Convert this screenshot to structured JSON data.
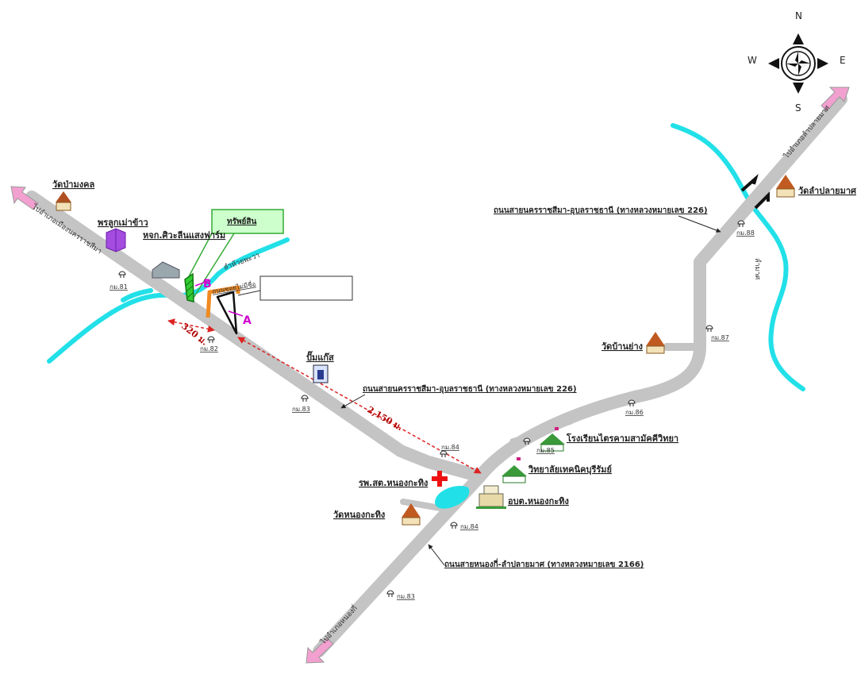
{
  "compass": {
    "n": "N",
    "s": "S",
    "e": "E",
    "w": "W"
  },
  "property_label": "ทรัพย์สิน",
  "markers": {
    "a": "A",
    "b": "B"
  },
  "distances": {
    "d1": "320 ม.",
    "d2": "2,150 ม."
  },
  "directions": {
    "to_korat": "ไปอำเภอเมืองนครราชสีมา",
    "to_lam_plai_mat": "ไปอำเภอลำปลายมาศ",
    "to_nong_ki": "ไปอำเภอหนองกี่"
  },
  "roads": {
    "main_upper": "ถนนสายนครราชสีมา-อุบลราชธานี (ทางหลวงหมายเลข 226)",
    "main_lower": "ถนนสายนครราชสีมา-อุบลราชธานี (ทางหลวงหมายเลข 226)",
    "road_2166": "ถนนสายหนองกี่-ลำปลายมาศ (ทางหลวงหมายเลข 2166)",
    "side_road": "ถนนซอยไม่มีชื่อ"
  },
  "rivers": {
    "left": "ลำห้วยพะวา",
    "right": "ลำมาศ"
  },
  "places": {
    "wat_pa_mong": "วัดป่ามงคล",
    "rice_warehouse": "พรลูกเม่าข้าว",
    "farm_shop": "หจก.ศิวะลีนแสงฟาร์ม",
    "gas_station": "ปั๊มแก๊ส",
    "hospital": "รพ.สต.หนองกะทิง",
    "wat_nong_kathing": "วัดหนองกะทิง",
    "tambon_office": "อบต.หนองกะทิง",
    "tech_college": "วิทยาลัยเทคนิคบุรีรัมย์",
    "school": "โรงเรียนไตรคามสามัคคีวิทยา",
    "wat_ban_yang": "วัดบ้านย่าง",
    "wat_lam_plai_mat": "วัดลำปลายมาศ"
  },
  "km_markers": {
    "k81": "กม.81",
    "k82": "กม.82",
    "k83": "กม.83",
    "k84a": "กม.84",
    "k84b": "กม.84",
    "k83b": "กม.83",
    "k85": "กม.85",
    "k86": "กม.86",
    "k87": "กม.87",
    "k88": "กม.88"
  },
  "colors": {
    "road": "#c4c4c4",
    "river": "#22e0e8",
    "arrow": "#f2a0d0",
    "hospital": "#ee1111",
    "property": "#33cc33",
    "boundary": "#f08a20",
    "distance": "#dd2222"
  }
}
